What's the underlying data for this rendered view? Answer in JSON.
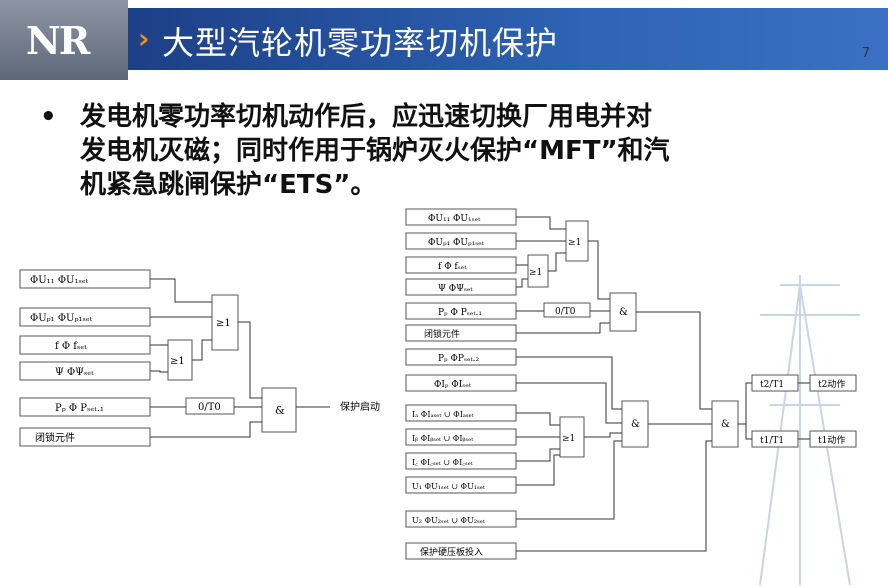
{
  "header": {
    "logo_text": "NR",
    "title": "大型汽轮机零功率切机保护",
    "page_number": "7"
  },
  "bullet": {
    "lines": [
      "发电机零功率切机动作后，应迅速切换厂用电并对",
      "发电机灭磁；同时作用于锅炉灭火保护“MFT”和汽",
      "机紧急跳闸保护“ETS”。"
    ]
  },
  "left_diagram": {
    "inputs": [
      "ΦU₁₁ ΦU₁ₛₑₜ",
      "ΦUₚ₁ ΦUₚ₁ₛₑₜ",
      "f Φ fₛₑₜ",
      "Ψ ΦΨₛₑₜ",
      "Pₚ Φ Pₛₑₜ.₁",
      "闭锁元件"
    ],
    "or_gate": "≥1",
    "or_gate2": "≥1",
    "timer": "0/T0",
    "and_gate": "&",
    "output": "保护启动"
  },
  "right_diagram": {
    "inputs": [
      "ΦU₁₁ ΦU₁ₛₑₜ",
      "ΦUₚ₁ ΦUₚ₁ₛₑₜ",
      "f Φ fₛₑₜ",
      "Ψ ΦΨₛₑₜ",
      "Pₚ Φ Pₛₑₜ.₁",
      "闭锁元件",
      "Pₚ ΦPₛₑₜ.₂",
      "ΦIₚ ΦIₛₑₜ"
    ],
    "current_inputs": [
      "Iₐ ΦIₐₛₑₜ ∪ ΦIₐₛₑₜ",
      "Iᵦ ΦIᵦₛₑₜ ∪ ΦIᵦₛₑₜ",
      "I꜀ ΦI꜀ₛₑₜ ∪ ΦI꜀ₛₑₜ",
      "U₁ ΦU₁ₛₑₜ ∪ ΦU₁ₛₑₜ",
      "U₂ ΦU₂ₛₑₜ ∪ ΦU₂ₛₑₜ"
    ],
    "or_gate_top": "≥1",
    "or_gate_mid": "≥1",
    "or_gate_current": "≥1",
    "timer": "0/T0",
    "and1": "&",
    "and2": "&",
    "and3": "&",
    "t2_timer": "t2/T1",
    "t1_timer": "t1/T1",
    "t2_output": "t2动作",
    "t1_output": "t1动作",
    "enable": "保护硬压板投入"
  }
}
